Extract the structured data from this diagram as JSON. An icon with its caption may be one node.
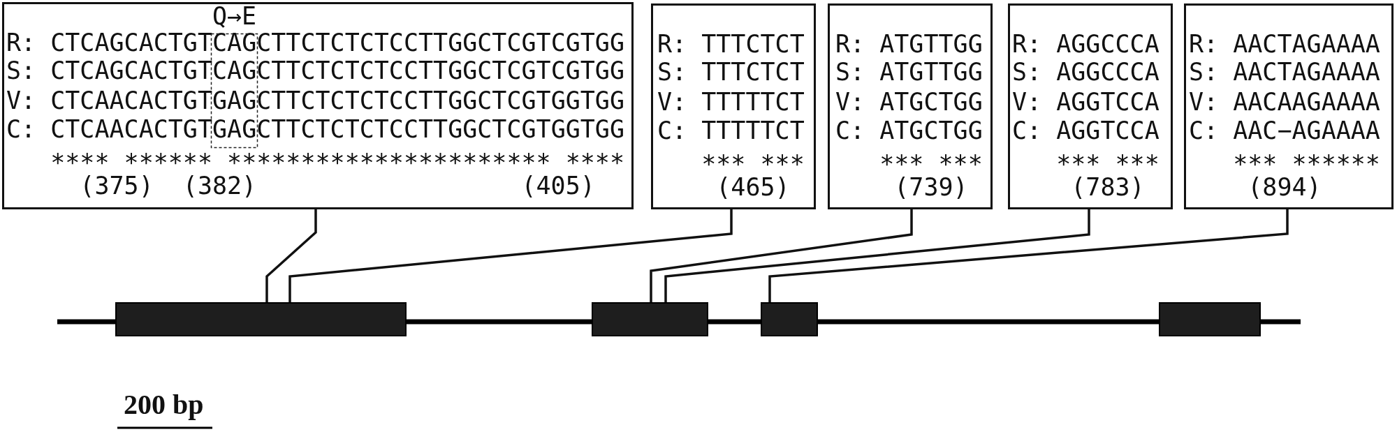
{
  "diagram": {
    "nodes": [
      {
        "text": [
          "Q→E",
          "R: CTCAGCACTGTCAGCTTCTCTCTCCTTGGCTCGTCGTGG",
          "S: CTCAGCACTGTCAGCTTCTCTCTCCTTGGCTCGTCGTGG",
          "V: CTCAACACTGTGAGCTTCTCTCTCCTTGGCTCGTGGTGG",
          "C: CTCAACACTGTGAGCTTCTCTCTCCTTGGCTCGTGGTGG",
          "**** ****** ********************** ****",
          "(375)",
          "(382)",
          "(405)"
        ]
      },
      {
        "text": [
          "R: TTTCTCT",
          "S: TTTCTCT",
          "V: TTTTTCT",
          "C: TTTTTCT",
          "*** ***",
          "(465)"
        ]
      },
      {
        "text": [
          "R: ATGTTGG",
          "S: ATGTTGG",
          "V: ATGCTGG",
          "C: ATGCTGG",
          "*** ***",
          "(739)"
        ]
      },
      {
        "text": [
          "R: AGGCCCA",
          "S: AGGCCCA",
          "V: AGGTCCA",
          "C: AGGTCCA",
          "*** ***",
          "(783)"
        ]
      },
      {
        "text": [
          "R: AACTAGAAAA",
          "S: AACTAGAAAA",
          "V: AACAAGAAAA",
          "C: AAC−AGAAAA",
          "*** ******",
          "(894)"
        ]
      },
      {
        "text": [],
        "shape": "box"
      },
      {
        "text": [],
        "shape": "box"
      },
      {
        "text": [],
        "shape": "box"
      },
      {
        "text": [],
        "shape": "box"
      }
    ],
    "edges": [
      {
        "from": 0,
        "to": 5,
        "arrow": "none"
      },
      {
        "from": 1,
        "to": 5,
        "arrow": "none"
      },
      {
        "from": 2,
        "to": 6,
        "arrow": "none"
      },
      {
        "from": 3,
        "to": 6,
        "arrow": "none"
      },
      {
        "from": 4,
        "to": 7,
        "arrow": "none"
      }
    ],
    "labels": [
      "200 bp"
    ]
  }
}
